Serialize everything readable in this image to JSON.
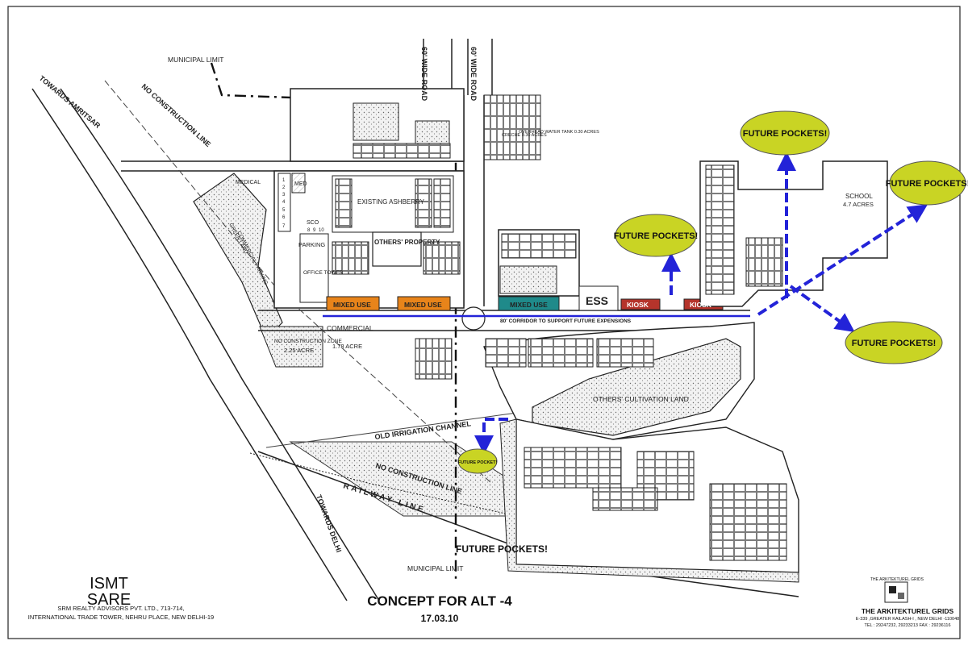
{
  "plan": {
    "road_labels": [
      "60' WIDE ROAD",
      "60' WIDE ROAD"
    ],
    "municipal_limit": "MUNICIPAL LIMIT",
    "towards_amritsar": "TOWARDS AMRITSAR",
    "towards_delhi": "TOWARDS DELHI",
    "no_construction_line": "NO CONSTRUCTION LINE",
    "old_irrigation_channel": "OLD IRRIGATION CHANNEL",
    "railway_line": "RAILWAY LINE",
    "corridor": "80' CORRIDOR TO SUPPORT FUTURE EXPENSIONS",
    "creche": "CRECHE 0.30 ACRES",
    "water_tank": "OVERHEAD WATER TANK 0.30 ACRES",
    "medical": "MEDICAL",
    "med": "MED",
    "ashberry": "EXISTING ASHBERRY",
    "others_property": "OTHERS' PROPERTY",
    "parking": "PARKING",
    "office_tower": "OFFICE TOWER",
    "green_land": "GREEN LAND",
    "commercial_parking": "COMMERCIAL PARKING",
    "sco": "SCO",
    "sco_numbers": [
      "1",
      "2",
      "3",
      "4",
      "5",
      "6",
      "7",
      "8",
      "9",
      "10"
    ],
    "mixed_use": "MIXED USE",
    "ess": "ESS",
    "kiosk": "KIOSK",
    "commercial": "COMMERCIAL",
    "commercial_area": "1.78 ACRE",
    "no_construction_zone": "NO CONSTRUCTION ZONE",
    "zone_area": "2.25 ACRE",
    "school": "SCHOOL",
    "school_area": "4.7 ACRES",
    "cultivation": "OTHERS' CULTIVATION LAND",
    "future_pockets": "FUTURE POCKETS!",
    "future_pocket_small": "FUTURE POCKET!"
  },
  "footer": {
    "project_line1": "ISMT",
    "project_line2": "SARE",
    "client_line1": "SRM REALTY ADVISORS PVT. LTD., 713-714,",
    "client_line2": "INTERNATIONAL TRADE TOWER, NEHRU PLACE, NEW DELHI-19",
    "title": "CONCEPT FOR ALT -4",
    "date": "17.03.10",
    "firm_small": "THE ARKITEKTUREL GRIDS",
    "firm": "THE ARKITEKTUREL GRIDS",
    "firm_address": "E-339 ,GREATER KAILASH-I , NEW DELHI -110048",
    "firm_tel": "TEL : 29247232, 29233213   FAX : 29236116"
  },
  "colors": {
    "mixed_use_orange": "#e8841a",
    "mixed_use_teal": "#1f8a8a",
    "kiosk_red": "#b5342b",
    "future_green": "#c9d424",
    "arrow_blue": "#2323d8",
    "line": "#222222"
  }
}
